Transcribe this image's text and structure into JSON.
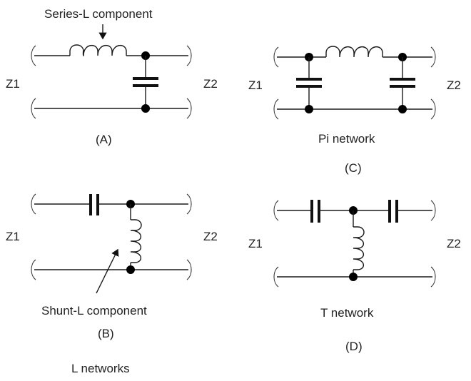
{
  "circuits": {
    "A": {
      "caption": "(A)",
      "annotation": "Series-L component",
      "left_port": "Z1",
      "right_port": "Z2"
    },
    "B": {
      "caption": "(B)",
      "annotation": "Shunt-L component",
      "left_port": "Z1",
      "right_port": "Z2"
    },
    "C": {
      "caption": "(C)",
      "title": "Pi network",
      "left_port": "Z1",
      "right_port": "Z2"
    },
    "D": {
      "caption": "(D)",
      "title": "T network",
      "left_port": "Z1",
      "right_port": "Z2"
    }
  },
  "group_label": "L networks"
}
